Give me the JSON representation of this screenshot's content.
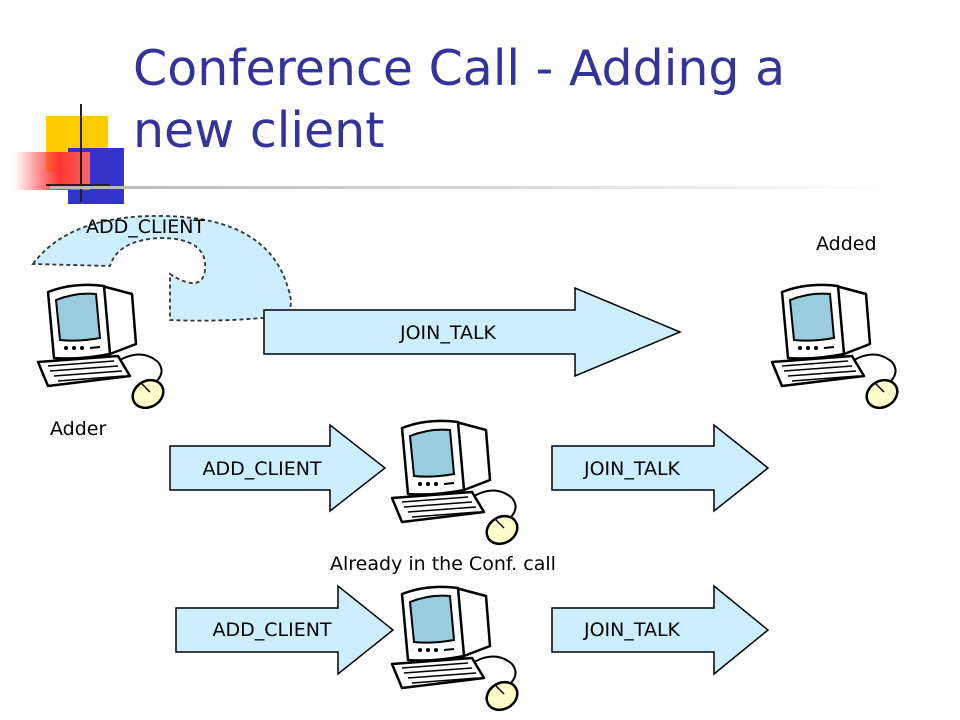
{
  "slide": {
    "title_line1": "Conference Call - Adding a",
    "title_line2": "new client"
  },
  "labels": {
    "loop_message": "ADD_CLIENT",
    "added": "Added",
    "adder": "Adder",
    "already_in_call": "Already in the Conf. call"
  },
  "arrows": {
    "top_join": "JOIN_TALK",
    "mid_add": "ADD_CLIENT",
    "mid_join": "JOIN_TALK",
    "bottom_add": "ADD_CLIENT",
    "bottom_join": "JOIN_TALK"
  },
  "icons": {
    "adder": "computer-icon",
    "added": "computer-icon",
    "member_1": "computer-icon",
    "member_2": "computer-icon"
  },
  "colors": {
    "title": "#333399",
    "arrow_fill": "#cceeff",
    "screen": "#99ccdd",
    "accent_yellow": "#ffcc00",
    "accent_blue": "#3333cc",
    "accent_red": "#ff3333"
  }
}
